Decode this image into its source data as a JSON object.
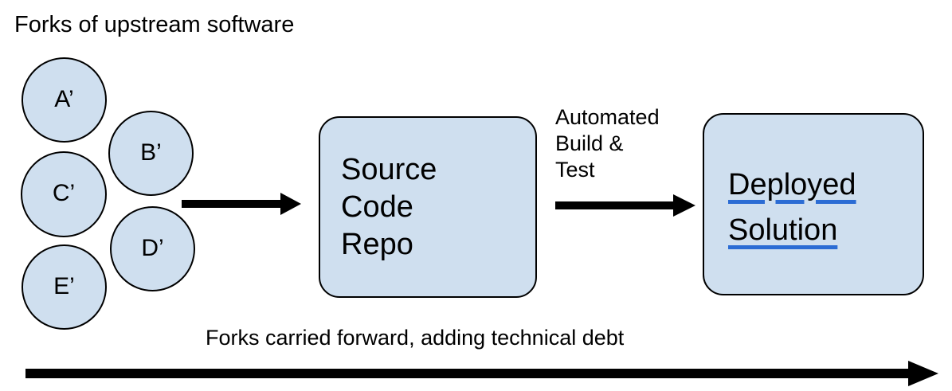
{
  "diagram": {
    "title": "Forks of upstream software",
    "bottom_caption": "Forks carried forward, adding technical debt",
    "colors": {
      "node_fill": "#cfdfef",
      "node_stroke": "#000000",
      "arrow": "#000000",
      "underline_accent": "#2b6cd4",
      "background": "#ffffff"
    },
    "forks": [
      {
        "id": "a",
        "label": "A’"
      },
      {
        "id": "b",
        "label": "B’"
      },
      {
        "id": "c",
        "label": "C’"
      },
      {
        "id": "d",
        "label": "D’"
      },
      {
        "id": "e",
        "label": "E’"
      }
    ],
    "boxes": [
      {
        "id": "source-repo",
        "label": "Source\nCode\nRepo"
      },
      {
        "id": "deployed",
        "label": "Deployed \nSolution"
      }
    ],
    "edges": [
      {
        "id": "forks-to-repo",
        "label": "",
        "direction": "right"
      },
      {
        "id": "repo-to-deploy",
        "label": "Automated\nBuild &\nTest",
        "direction": "right"
      },
      {
        "id": "timeline",
        "label": "Forks carried forward, adding technical debt",
        "direction": "right"
      }
    ]
  }
}
